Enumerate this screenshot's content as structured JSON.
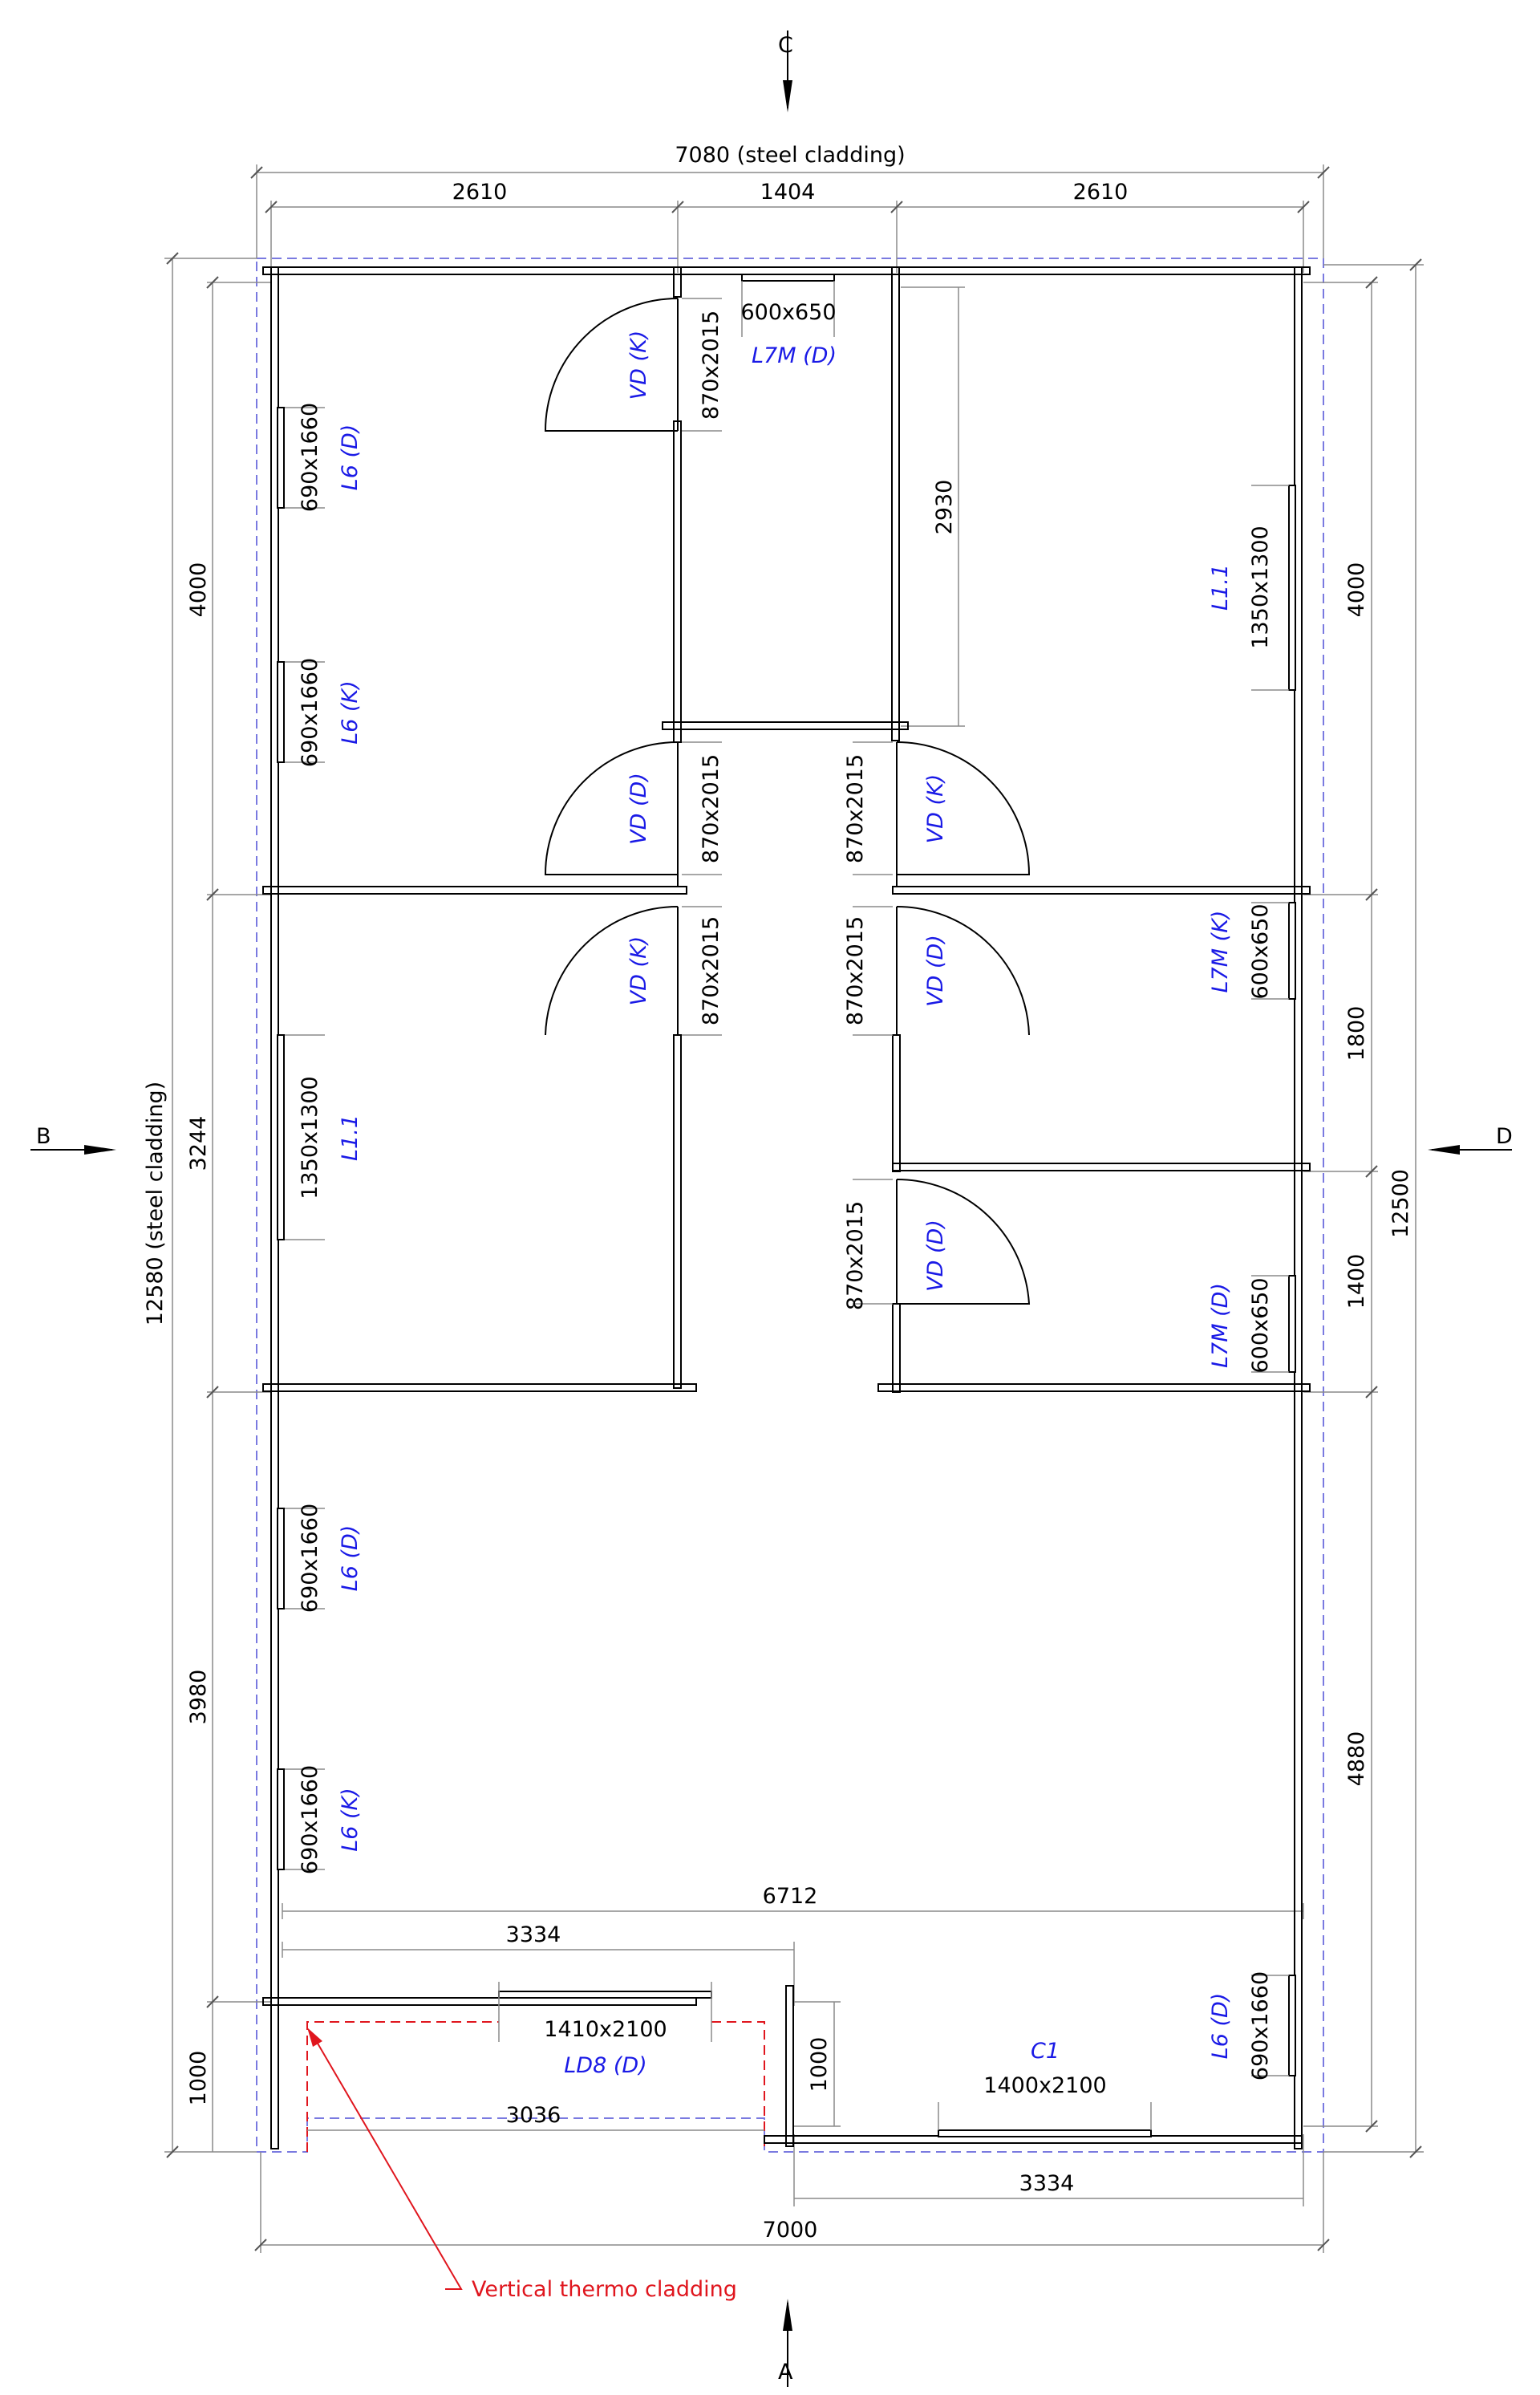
{
  "sections": {
    "c": "C",
    "a": "A",
    "b": "B",
    "d": "D"
  },
  "top_dims": {
    "overall": "7080 (steel cladding)",
    "left": "2610",
    "mid": "1404",
    "right": "2610"
  },
  "left_dims": {
    "overall": "12580 (steel cladding)",
    "d1": "4000",
    "d2": "3244",
    "d3": "3980",
    "d4": "1000"
  },
  "right_dims": {
    "overall": "12500",
    "d1": "4000",
    "d2": "1800",
    "d3": "1400",
    "d4": "4880"
  },
  "inner_dims": {
    "corridor": "2930",
    "width_6712": "6712",
    "width_3334_top": "3334",
    "width_3036": "3036",
    "height_1000": "1000",
    "width_3334_bottom": "3334",
    "overall_bottom": "7000"
  },
  "openings": [
    {
      "size": "600x650",
      "code": "L7M (D)"
    },
    {
      "size": "870x2015",
      "code": "VD (K)"
    },
    {
      "size": "690x1660",
      "code": "L6 (D)"
    },
    {
      "size": "690x1660",
      "code": "L6 (K)"
    },
    {
      "size": "1350x1300",
      "code": "L1.1"
    },
    {
      "size": "870x2015",
      "code": "VD (D)"
    },
    {
      "size": "870x2015",
      "code": "VD (K)"
    },
    {
      "size": "870x2015",
      "code": "VD (K)"
    },
    {
      "size": "870x2015",
      "code": "VD (D)"
    },
    {
      "size": "600x650",
      "code": "L7M (K)"
    },
    {
      "size": "1350x1300",
      "code": "L1.1"
    },
    {
      "size": "870x2015",
      "code": "VD (D)"
    },
    {
      "size": "600x650",
      "code": "L7M (D)"
    },
    {
      "size": "690x1660",
      "code": "L6 (D)"
    },
    {
      "size": "690x1660",
      "code": "L6 (K)"
    },
    {
      "size": "1410x2100",
      "code": "LD8 (D)"
    },
    {
      "size": "690x1660",
      "code": "L6 (D)"
    },
    {
      "size": "1400x2100",
      "code": "C1"
    }
  ],
  "callout": "Vertical thermo cladding",
  "colors": {
    "line": "#000000",
    "label": "#1a1ae6",
    "cladding": "#7a7ae0",
    "thermo": "#e0161e",
    "dimline": "#8a8a8a"
  }
}
